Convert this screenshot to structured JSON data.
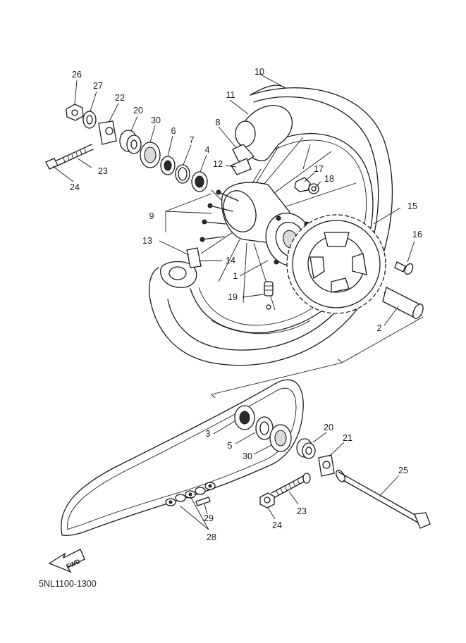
{
  "diagram": {
    "code": "5NL1100-1300",
    "fwd_label": "FWD",
    "callouts": [
      "26",
      "27",
      "22",
      "20",
      "30",
      "6",
      "7",
      "4",
      "23",
      "24",
      "10",
      "11",
      "8",
      "12",
      "17",
      "18",
      "9",
      "15",
      "16",
      "13",
      "14",
      "1",
      "19",
      "2",
      "3",
      "5",
      "30",
      "20",
      "21",
      "25",
      "23",
      "24",
      "29",
      "28"
    ]
  }
}
